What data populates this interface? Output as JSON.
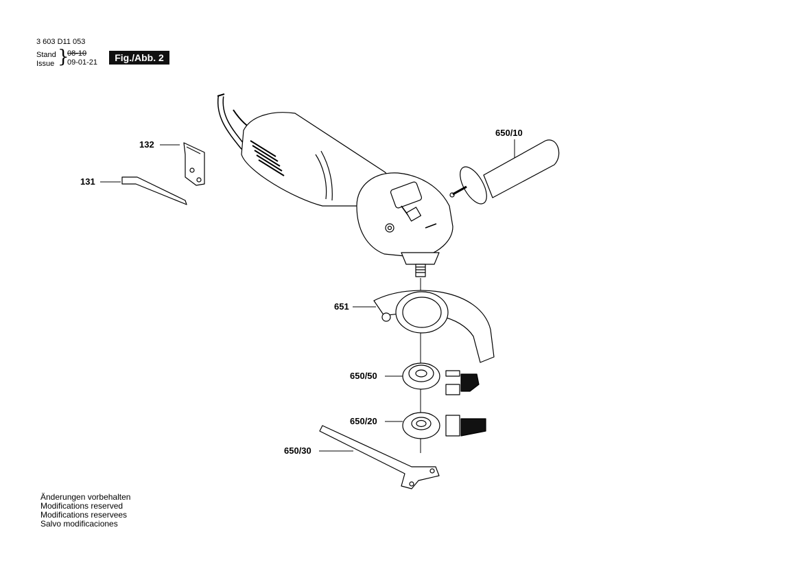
{
  "header": {
    "doc_number": "3 603 D11 053",
    "stand_label": "Stand",
    "issue_label": "Issue",
    "stand_date": "08-10",
    "issue_date": "09-01-21",
    "figure_label": "Fig./Abb. 2"
  },
  "parts": {
    "p132": "132",
    "p131": "131",
    "p650_10": "650/10",
    "p651": "651",
    "p650_50": "650/50",
    "p650_20": "650/20",
    "p650_30": "650/30"
  },
  "notices": [
    "Änderungen vorbehalten",
    "Modifications reserved",
    "Modifications reservees",
    "Salvo modificaciones"
  ]
}
